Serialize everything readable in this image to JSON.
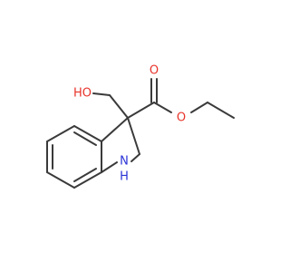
{
  "molecule": {
    "labels": {
      "hydroxyl": "HO",
      "ester_carbonyl_oxygen": "O",
      "ester_ether_oxygen": "O",
      "amine_n": "N",
      "amine_h": "H"
    },
    "colors": {
      "bond": "#3a3a3a",
      "oxygen": "#e8332a",
      "nitrogen": "#2a33d6"
    }
  }
}
